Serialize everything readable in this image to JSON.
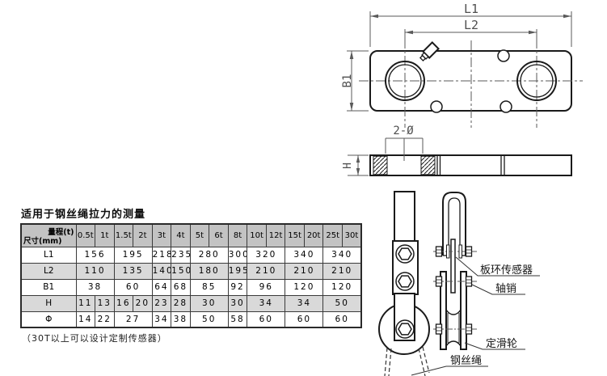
{
  "page": {
    "title_note": "适用于钢丝绳拉力的测量",
    "footnote": "（30T以上可以设计定制传感器）"
  },
  "table": {
    "corner_top": "量程(t)",
    "corner_bottom": "尺寸(mm)",
    "columns": [
      "0.5t",
      "1t",
      "1.5t",
      "2t",
      "3t",
      "4t",
      "5t",
      "6t",
      "8t",
      "10t",
      "12t",
      "15t",
      "20t",
      "25t",
      "30t"
    ],
    "rows": [
      {
        "key": "L1",
        "label": "L1",
        "shaded": false,
        "cells": [
          {
            "v": "156",
            "span": 2
          },
          {
            "v": "195",
            "span": 2
          },
          {
            "v": "218",
            "span": 1
          },
          {
            "v": "235",
            "span": 1
          },
          {
            "v": "280",
            "span": 2
          },
          {
            "v": "300",
            "span": 1
          },
          {
            "v": "320",
            "span": 2
          },
          {
            "v": "340",
            "span": 2
          },
          {
            "v": "340",
            "span": 2
          }
        ]
      },
      {
        "key": "L2",
        "label": "L2",
        "shaded": true,
        "cells": [
          {
            "v": "110",
            "span": 2
          },
          {
            "v": "135",
            "span": 2
          },
          {
            "v": "140",
            "span": 1
          },
          {
            "v": "150",
            "span": 1
          },
          {
            "v": "180",
            "span": 2
          },
          {
            "v": "195",
            "span": 1
          },
          {
            "v": "210",
            "span": 2
          },
          {
            "v": "210",
            "span": 2
          },
          {
            "v": "210",
            "span": 2
          }
        ]
      },
      {
        "key": "B1",
        "label": "B1",
        "shaded": false,
        "cells": [
          {
            "v": "38",
            "span": 2
          },
          {
            "v": "60",
            "span": 2
          },
          {
            "v": "64",
            "span": 1
          },
          {
            "v": "68",
            "span": 1
          },
          {
            "v": "85",
            "span": 2
          },
          {
            "v": "92",
            "span": 1
          },
          {
            "v": "96",
            "span": 2
          },
          {
            "v": "120",
            "span": 2
          },
          {
            "v": "120",
            "span": 2
          }
        ]
      },
      {
        "key": "H",
        "label": "H",
        "shaded": true,
        "cells": [
          {
            "v": "11",
            "span": 1
          },
          {
            "v": "13",
            "span": 1
          },
          {
            "v": "16",
            "span": 1
          },
          {
            "v": "20",
            "span": 1
          },
          {
            "v": "23",
            "span": 1
          },
          {
            "v": "28",
            "span": 1
          },
          {
            "v": "30",
            "span": 2
          },
          {
            "v": "30",
            "span": 1
          },
          {
            "v": "34",
            "span": 2
          },
          {
            "v": "34",
            "span": 2
          },
          {
            "v": "50",
            "span": 2
          }
        ]
      },
      {
        "key": "phi",
        "label": "Φ",
        "shaded": false,
        "cells": [
          {
            "v": "14",
            "span": 1
          },
          {
            "v": "22",
            "span": 1
          },
          {
            "v": "27",
            "span": 2
          },
          {
            "v": "34",
            "span": 1
          },
          {
            "v": "38",
            "span": 1
          },
          {
            "v": "50",
            "span": 2
          },
          {
            "v": "58",
            "span": 1
          },
          {
            "v": "60",
            "span": 2
          },
          {
            "v": "60",
            "span": 2
          },
          {
            "v": "60",
            "span": 2
          }
        ]
      }
    ]
  },
  "drawing": {
    "dim_labels": {
      "l1": "L1",
      "l2": "L2",
      "b1": "B1",
      "h": "H",
      "holes": "2-Ø"
    },
    "callouts": {
      "sensor": "板环传感器",
      "pin": "轴销",
      "pulley": "定滑轮",
      "rope": "钢丝绳"
    }
  },
  "colors": {
    "outline": "#1a1a1a",
    "dim_line": "#5a5a5a",
    "table_border": "#3a3a3a",
    "header_bg": "#c3c3c3",
    "shaded_row_bg": "#d9d9d9"
  }
}
